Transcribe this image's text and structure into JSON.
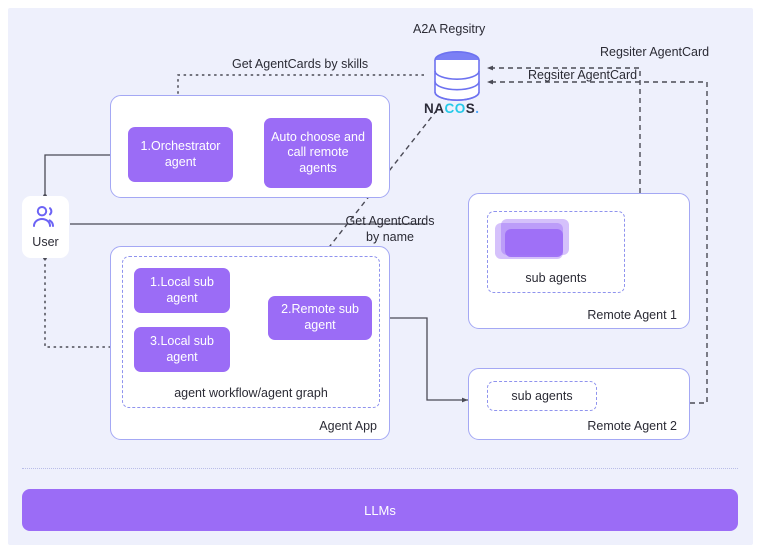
{
  "diagram": {
    "title_registry": "A2A Regsitry",
    "nacos_logo": {
      "part1": "NA",
      "part2": "CO",
      "part3": "S",
      "dot": "."
    },
    "user": {
      "label": "User",
      "icon": "users-icon"
    },
    "edge_labels": {
      "get_by_skills": "Get AgentCards by skills",
      "register_top": "Regsiter AgentCard",
      "register_bottom": "Regsiter AgentCard",
      "get_by_name_line1": "Get AgentCards",
      "get_by_name_line2": "by name"
    },
    "orchestrator_panel": {
      "blocks": [
        {
          "id": "orchestrator",
          "label": "1.Orchestrator agent"
        },
        {
          "id": "auto-choose",
          "label": "Auto choose and call remote agents"
        }
      ]
    },
    "agent_app": {
      "card_label": "Agent App",
      "workflow_label": "agent workflow/agent graph",
      "blocks": [
        {
          "id": "local-sub-1",
          "label": "1.Local sub agent"
        },
        {
          "id": "local-sub-3",
          "label": "3.Local sub agent"
        },
        {
          "id": "remote-sub-2",
          "label": "2.Remote sub agent"
        }
      ]
    },
    "remote_agent_1": {
      "card_label": "Remote Agent 1",
      "sub_label": "sub agents"
    },
    "remote_agent_2": {
      "card_label": "Remote Agent 2",
      "sub_label": "sub agents"
    },
    "llms": {
      "label": "LLMs"
    },
    "colors": {
      "purple": "#9b6cf6",
      "backdrop": "#eef0fc",
      "card_border": "#a4a8f4",
      "dashed": "#8f93ee",
      "wire": "#4a4a55",
      "nacos_cyan": "#25c9e8"
    }
  }
}
